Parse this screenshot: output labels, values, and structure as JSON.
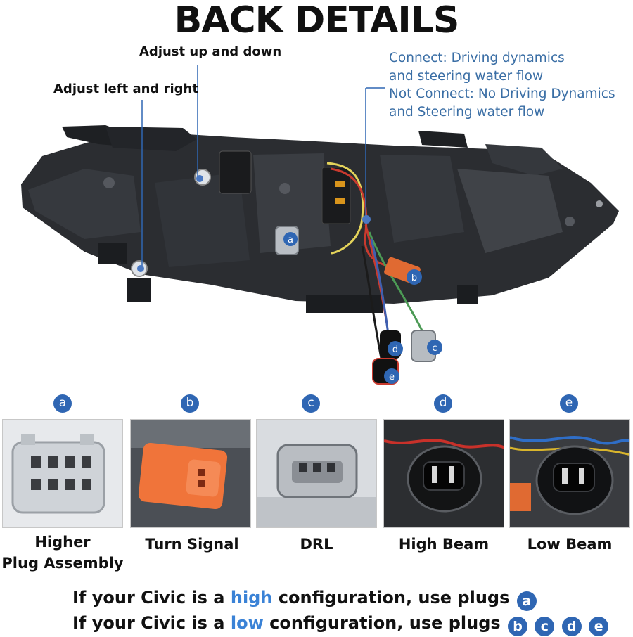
{
  "header": {
    "title": "BACK DETAILS"
  },
  "callouts": {
    "up_down": "Adjust up and down",
    "left_right": "Adjust left and right"
  },
  "note_lines": [
    "Connect: Driving dynamics",
    "and steering water flow",
    "Not Connect: No Driving Dynamics",
    "and Steering water flow"
  ],
  "markers": [
    "a",
    "b",
    "c",
    "d",
    "e"
  ],
  "plugs": [
    {
      "letter": "a",
      "name_line1": "Higher",
      "name_line2": "Plug Assembly"
    },
    {
      "letter": "b",
      "name_line1": "Turn Signal",
      "name_line2": ""
    },
    {
      "letter": "c",
      "name_line1": "DRL",
      "name_line2": ""
    },
    {
      "letter": "d",
      "name_line1": "High Beam",
      "name_line2": ""
    },
    {
      "letter": "e",
      "name_line1": "Low Beam",
      "name_line2": ""
    }
  ],
  "instructions": {
    "line1": {
      "prefix": "If your Civic is a ",
      "highlight": "high",
      "suffix": " configuration, use plugs",
      "plugs": [
        "a"
      ]
    },
    "line2": {
      "prefix": "If your Civic is a ",
      "highlight": "low",
      "suffix": " configuration, use plugs",
      "plugs": [
        "b",
        "c",
        "d",
        "e"
      ]
    }
  },
  "colors": {
    "badge": "#2f66b3",
    "note_text": "#3a6ea5",
    "highlight": "#3a82d6",
    "housing": "#2b2d31"
  }
}
